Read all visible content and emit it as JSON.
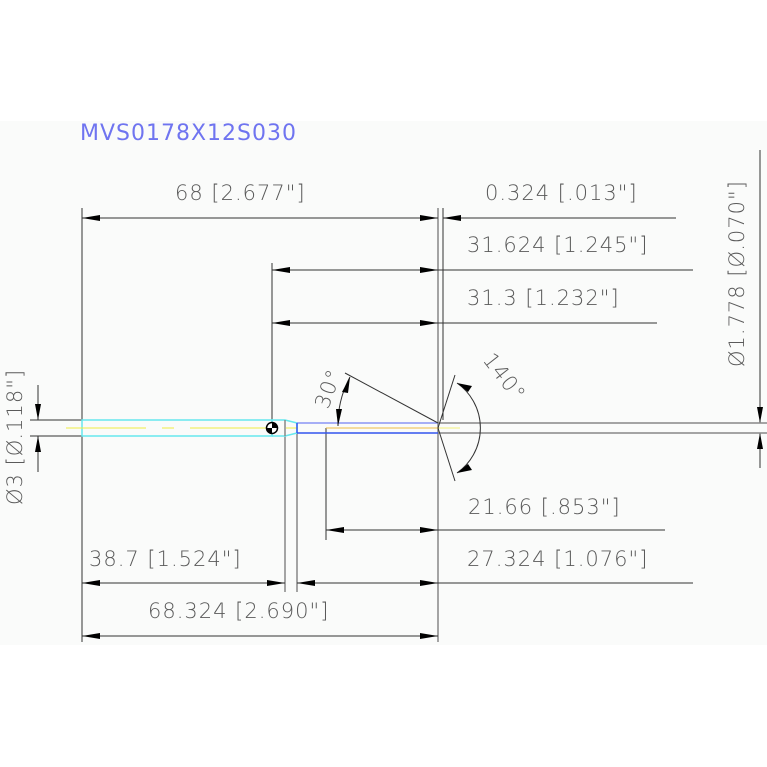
{
  "title": "MVS0178X12S030",
  "colors": {
    "outline_cyan": "#66e8ee",
    "body_blue": "#3355ee",
    "center_red": "#ee4444",
    "center_yellow": "#eeee44",
    "title_blue": "#6f74f0"
  },
  "dimensions": {
    "overall_length": "68 [2.677\"]",
    "tip_offset": "0.324 [.013\"]",
    "length_31_624": "31.624 [1.245\"]",
    "length_31_3": "31.3 [1.232\"]",
    "cut_length": "21.66 [.853\"]",
    "neck_length": "27.324 [1.076\"]",
    "shank_length": "38.7 [1.524\"]",
    "total_length": "68.324 [2.690\"]",
    "shank_diameter": "Ø3 [Ø.118\"]",
    "tip_diameter": "Ø1.778 [Ø.070\"]",
    "angle_30": "30°",
    "angle_140": "140°"
  }
}
